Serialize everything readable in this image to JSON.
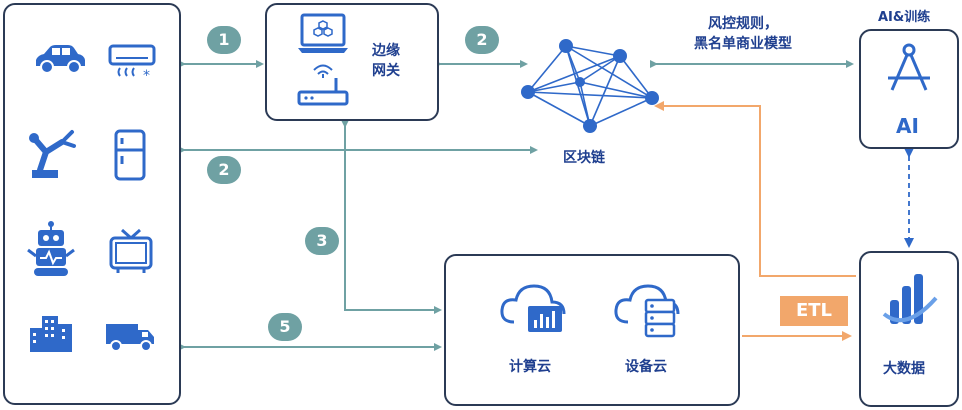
{
  "nodes": {
    "edge_gateway_line1": "边缘",
    "edge_gateway_line2": "网关",
    "blockchain": "区块链",
    "risk_rules_line1": "风控规则，",
    "risk_rules_line2": "黑名单商业模型",
    "ai_training": "AI&训练",
    "ai": "AI",
    "compute_cloud": "计算云",
    "device_cloud": "设备云",
    "big_data": "大数据",
    "etl": "ETL"
  },
  "steps": [
    "1",
    "2",
    "2",
    "3",
    "5"
  ],
  "icons": [
    "car-icon",
    "air-conditioner-icon",
    "robot-arm-icon",
    "refrigerator-icon",
    "robot-icon",
    "tv-icon",
    "buildings-icon",
    "truck-icon",
    "laptop-icon",
    "router-icon",
    "network-icon",
    "ai-triangle-icon",
    "chart-cloud-icon",
    "server-cloud-icon",
    "bar-data-icon"
  ],
  "colors": {
    "icon_blue": "#2f69c9",
    "box_border": "#2b3a55",
    "arrow_teal": "#6fa1a3",
    "arrow_orange": "#f2a76b",
    "label_blue": "#1f3f8f"
  }
}
